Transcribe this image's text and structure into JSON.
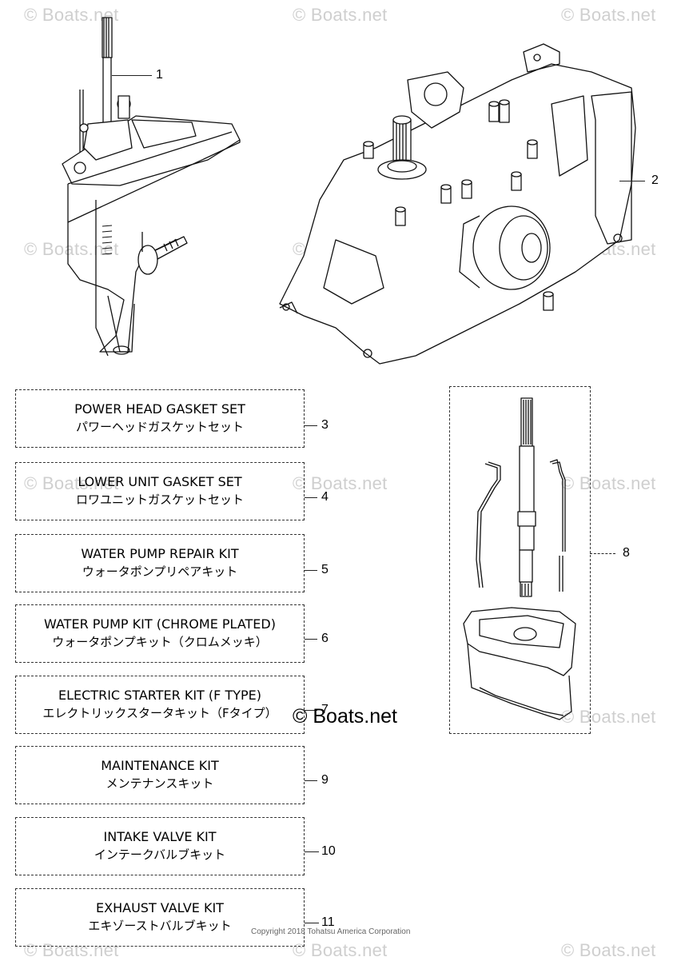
{
  "watermark": "© Boats.net",
  "watermark_large": "© Boats.net",
  "copyright": "Copyright 2018 Tohatsu America Corporation",
  "callouts": {
    "c1": "1",
    "c2": "2",
    "c8": "8"
  },
  "kits": [
    {
      "number": "3",
      "en": "POWER HEAD GASKET SET",
      "jp": "パワーヘッドガスケットセット"
    },
    {
      "number": "4",
      "en": "LOWER UNIT GASKET SET",
      "jp": "ロワユニットガスケットセット"
    },
    {
      "number": "5",
      "en": "WATER PUMP REPAIR KIT",
      "jp": "ウォータポンプリペアキット"
    },
    {
      "number": "6",
      "en": "WATER PUMP KIT (CHROME PLATED)",
      "jp": "ウォータポンプキット（クロムメッキ）"
    },
    {
      "number": "7",
      "en": "ELECTRIC STARTER KIT (F TYPE)",
      "jp": "エレクトリックスタータキット（Fタイプ）"
    },
    {
      "number": "9",
      "en": "MAINTENANCE KIT",
      "jp": "メンテナンスキット"
    },
    {
      "number": "10",
      "en": "INTAKE VALVE KIT",
      "jp": "インテークバルブキット"
    },
    {
      "number": "11",
      "en": "EXHAUST VALVE KIT",
      "jp": "エキゾーストバルブキット"
    }
  ]
}
